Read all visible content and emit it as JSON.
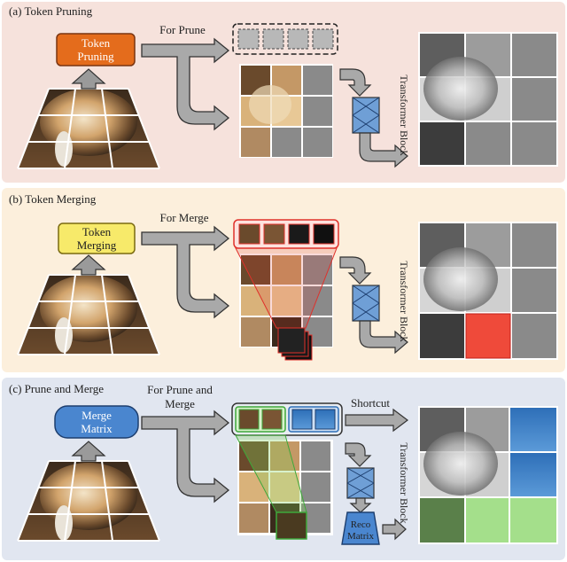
{
  "panels": [
    {
      "title": "(a) Token Pruning",
      "colors": {
        "bg": "#f6e2dc",
        "module_fill": "#e46c1c",
        "module_text": "#ffffff"
      },
      "module_lines": [
        "Token",
        "Pruning"
      ],
      "arrow_label_lines": [
        "For Prune"
      ],
      "block_label": "Transformer Block"
    },
    {
      "title": "(b) Token Merging",
      "colors": {
        "bg": "#fcefdc",
        "module_fill": "#f7ea6a",
        "module_text": "#222222",
        "merged_token": "#ef4a3a"
      },
      "module_lines": [
        "Token",
        "Merging"
      ],
      "arrow_label_lines": [
        "For Merge"
      ],
      "block_label": "Transformer Block"
    },
    {
      "title": "(c) Prune and Merge",
      "colors": {
        "bg": "#e1e6f0",
        "module_fill": "#4a86cf",
        "module_text": "#ffffff",
        "merge_overlay": "#7ed25a",
        "prune_overlay": "#3f82c9"
      },
      "module_lines": [
        "Merge",
        "Matrix"
      ],
      "arrow_label_lines": [
        "For Prune and",
        "Merge"
      ],
      "shortcut_label": "Shortcut",
      "reco_lines": [
        "Reco",
        "Matrix"
      ],
      "block_label": "Transformer Block"
    }
  ]
}
